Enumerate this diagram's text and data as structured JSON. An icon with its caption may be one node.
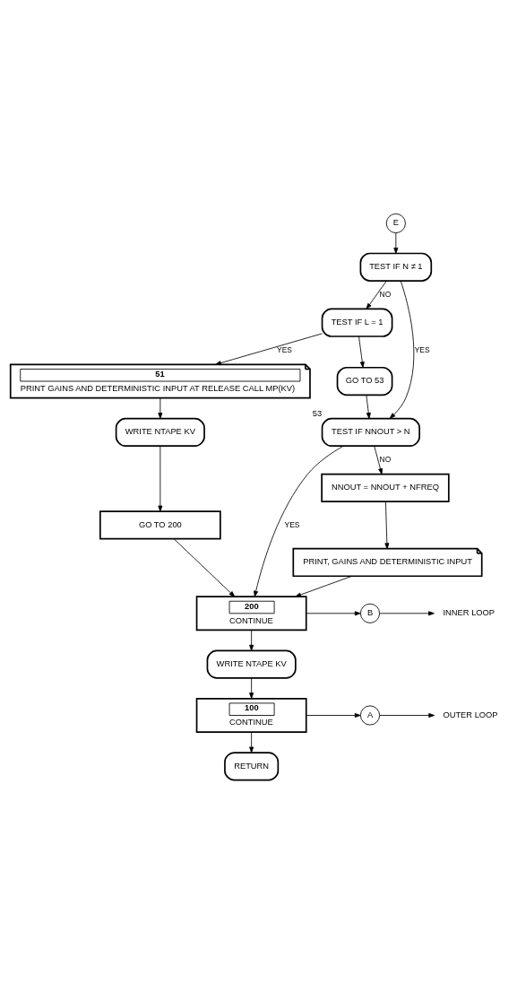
{
  "diagram": {
    "nodes": [
      {
        "text": [
          "E"
        ]
      },
      {
        "text": [
          "TEST IF N ≠ 1"
        ]
      },
      {
        "text": [
          "TEST IF L = 1"
        ]
      },
      {
        "text": [
          "GO TO 53"
        ]
      },
      {
        "text": [
          "51",
          "PRINT GAINS AND DETERMINISTIC INPUT AT RELEASE CALL MP(KV)"
        ]
      },
      {
        "text": [
          "WRITE NTAPE KV"
        ]
      },
      {
        "text": [
          "GO TO 200"
        ]
      },
      {
        "text": [
          "TEST IF NNOUT > N"
        ],
        "beside": [
          "53"
        ]
      },
      {
        "text": [
          "NNOUT = NNOUT + NFREQ"
        ]
      },
      {
        "text": [
          "PRINT, GAINS AND DETERMINISTIC INPUT"
        ]
      },
      {
        "text": [
          "200",
          "CONTINUE"
        ]
      },
      {
        "text": [
          "B"
        ]
      },
      {
        "text": [
          "INNER LOOP"
        ]
      },
      {
        "text": [
          "WRITE NTAPE KV"
        ]
      },
      {
        "text": [
          "100",
          "CONTINUE"
        ]
      },
      {
        "text": [
          "A"
        ]
      },
      {
        "text": [
          "OUTER LOOP"
        ]
      },
      {
        "text": [
          "RETURN"
        ]
      }
    ],
    "edges": [
      {
        "from": 0,
        "to": 1,
        "arrow": "to"
      },
      {
        "from": 1,
        "to": 7,
        "arrow": "to",
        "label": "YES"
      },
      {
        "from": 1,
        "to": 2,
        "arrow": "to",
        "label": "NO"
      },
      {
        "from": 2,
        "to": 4,
        "arrow": "to",
        "label": "YES"
      },
      {
        "from": 2,
        "to": 3,
        "arrow": "to"
      },
      {
        "from": 3,
        "to": 7,
        "arrow": "to"
      },
      {
        "from": 4,
        "to": 5,
        "arrow": "to"
      },
      {
        "from": 5,
        "to": 6,
        "arrow": "to"
      },
      {
        "from": 6,
        "to": 10,
        "arrow": "to"
      },
      {
        "from": 7,
        "to": 10,
        "arrow": "to",
        "label": "YES"
      },
      {
        "from": 7,
        "to": 8,
        "arrow": "to",
        "label": "NO"
      },
      {
        "from": 8,
        "to": 9,
        "arrow": "to"
      },
      {
        "from": 9,
        "to": 10,
        "arrow": "to"
      },
      {
        "from": 10,
        "to": 11,
        "arrow": "to"
      },
      {
        "from": 11,
        "to": 12,
        "arrow": "to"
      },
      {
        "from": 10,
        "to": 13,
        "arrow": "to"
      },
      {
        "from": 13,
        "to": 14,
        "arrow": "to"
      },
      {
        "from": 14,
        "to": 15,
        "arrow": "to"
      },
      {
        "from": 15,
        "to": 16,
        "arrow": "to"
      },
      {
        "from": 14,
        "to": 17,
        "arrow": "to"
      }
    ]
  }
}
